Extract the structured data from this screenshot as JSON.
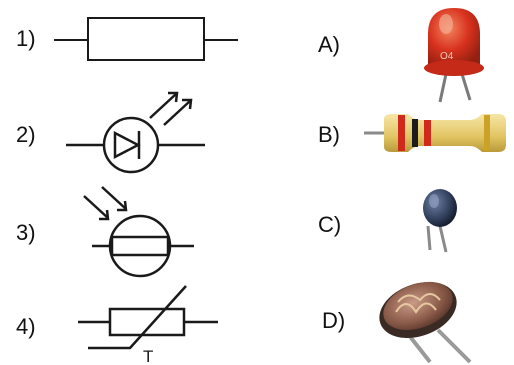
{
  "symbols": [
    {
      "label": "1)",
      "component": "resistor"
    },
    {
      "label": "2)",
      "component": "led"
    },
    {
      "label": "3)",
      "component": "photoresistor"
    },
    {
      "label": "4)",
      "component": "thermistor",
      "marking": "T"
    }
  ],
  "photos": [
    {
      "label": "A)",
      "component": "led",
      "marking": "O4"
    },
    {
      "label": "B)",
      "component": "resistor"
    },
    {
      "label": "C)",
      "component": "thermistor"
    },
    {
      "label": "D)",
      "component": "photoresistor"
    }
  ],
  "colors": {
    "line": "#1a1a1a",
    "led_red": "#d8321e",
    "resistor_body": "#e9d07a",
    "thermistor_body": "#2c3a55",
    "ldr_body": "#8a5a48"
  }
}
